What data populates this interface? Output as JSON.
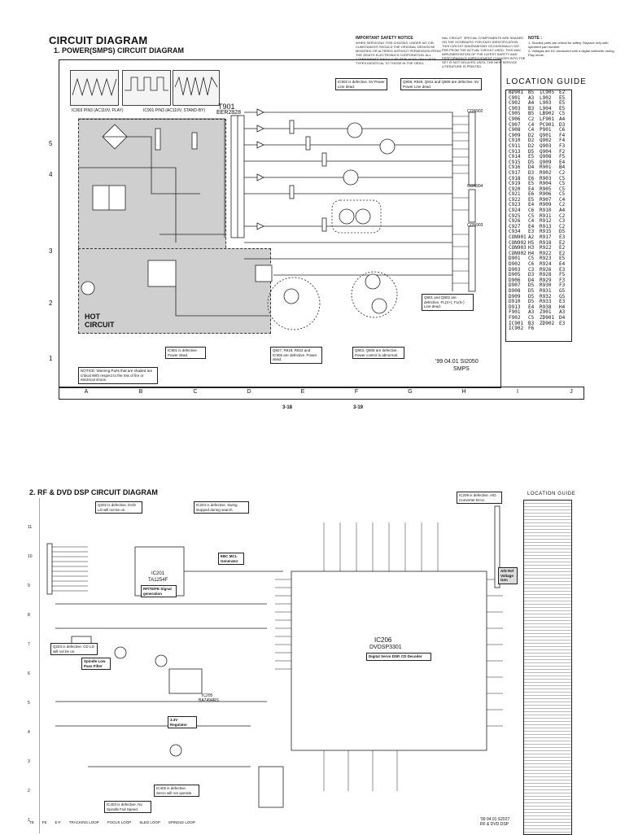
{
  "page": {
    "title": "CIRCUIT DIAGRAM",
    "subtitle_1": "1. POWER(SMPS) CIRCUIT DIAGRAM",
    "subtitle_2": "2. RF & DVD DSP CIRCUIT DIAGRAM"
  },
  "safety_notice": {
    "heading": "IMPORTANT SAFETY NOTICE",
    "col1": "WHEN SERVICING THIS CHASSIS, UNDER NO CIR-CUMSTANCES SHOULD THE ORIGINAL DESIGN BE MODIFIED OR ALTERED WITHOUT PERMISSION FROM THE ZENITH ELECTRONICS CORPORATION. ALL COMPONENTS SHOULD BE REPLACED ONLY WITH TYPES IDENTICAL TO THOSE IN THE ORIGI-",
    "col2": "NAL CIRCUIT. SPECIAL COMPONENTS ARE SHADED ON THE SCHEMATIC FOR EASY IDENTIFICATION. THIS CIRCUIT DIAGRAM MAY OCCASIONALLY DIF-FER FROM THE ACTUAL CIRCUIT USED. THIS WAY, IMPLEMENTATION OF THE LATEST SAFETY AND PERFORMANCE IMPROVEMENT CHANGES INTO THE SET IS NOT DELAYED UNTIL THE NEW SERVICE LITERATURE IS PRINTED.",
    "note_heading": "NOTE :",
    "note_1": "1. Shaded parts are critical for safety. Replace only with specified part number.",
    "note_2": "2. Voltages are DC-measured with a digital voltmeter during Play mode."
  },
  "waveforms": {
    "label_1": "IC903 PIN3 (AC110V, PLAY)",
    "label_2": "IC901 PIN3 (AC110V, STAND-BY)"
  },
  "smps": {
    "transformer": "T901",
    "transformer_part": "EER2828",
    "hot_circuit_line1": "HOT",
    "hot_circuit_line2": "CIRCUIT",
    "stamp_date": "'99  04.01  SI2050",
    "stamp_name": "SMPS",
    "connectors": [
      "CON902",
      "CON904",
      "CON903"
    ],
    "callouts": {
      "ic902": "IC902 is defective. 5V Power Line dead.",
      "q908": "Q908, R929, Q911 and Q909 are defective. 5V Power Line dead.",
      "ic901": "IC901 is defective. Power dead.",
      "q927": "Q927, R918, R922 and IC905 are defective. Power dead.",
      "q903": "Q903, Q906 are defective. Power control is abnormal.",
      "q901": "Q901 and Q902 are defective. FL(S+), FL(S-) Line dead.",
      "warning": "NOTICE: Warning Parts that are shaded are critical With respect to the risk of fire or electrical shock."
    },
    "row_labels": [
      "5",
      "4",
      "3",
      "2",
      "1"
    ],
    "col_labels": [
      "A",
      "B",
      "C",
      "D",
      "E",
      "F",
      "G",
      "H",
      "I",
      "J"
    ],
    "page_left": "3-18",
    "page_right": "3-19"
  },
  "location_guide_1": {
    "title": "LOCATION GUIDE",
    "rows": [
      [
        "BD901",
        "B5",
        "IC905",
        "E2"
      ],
      [
        "C901",
        "A3",
        "L902",
        "E5"
      ],
      [
        "C902",
        "A4",
        "L903",
        "E5"
      ],
      [
        "C903",
        "B3",
        "L904",
        "E5"
      ],
      [
        "C905",
        "B5",
        "LB902",
        "C5"
      ],
      [
        "C906",
        "C2",
        "LF901",
        "A4"
      ],
      [
        "C907",
        "C4",
        "PC901",
        "D3"
      ],
      [
        "C908",
        "C4",
        "P901",
        "C6"
      ],
      [
        "C909",
        "D2",
        "Q901",
        "F4"
      ],
      [
        "C910",
        "D2",
        "Q902",
        "F4"
      ],
      [
        "C911",
        "D2",
        "Q903",
        "F3"
      ],
      [
        "C913",
        "D5",
        "Q904",
        "F2"
      ],
      [
        "C914",
        "E5",
        "Q908",
        "F5"
      ],
      [
        "C915",
        "D5",
        "Q909",
        "E4"
      ],
      [
        "C916",
        "D4",
        "R901",
        "B4"
      ],
      [
        "C917",
        "D3",
        "R902",
        "C2"
      ],
      [
        "C918",
        "E6",
        "R903",
        "C5"
      ],
      [
        "C919",
        "E5",
        "R904",
        "C5"
      ],
      [
        "C920",
        "E4",
        "R905",
        "C5"
      ],
      [
        "C921",
        "E6",
        "R906",
        "C5"
      ],
      [
        "C922",
        "E5",
        "R907",
        "C4"
      ],
      [
        "C923",
        "E4",
        "R909",
        "C2"
      ],
      [
        "C924",
        "C6",
        "R910",
        "A4"
      ],
      [
        "C925",
        "C5",
        "R911",
        "C2"
      ],
      [
        "C926",
        "C4",
        "R912",
        "C3"
      ],
      [
        "C927",
        "E4",
        "R913",
        "C2"
      ],
      [
        "C934",
        "E3",
        "R915",
        "D5"
      ],
      [
        "CON901",
        "A2",
        "R917",
        "E3"
      ],
      [
        "CON902",
        "H5",
        "R918",
        "E2"
      ],
      [
        "CON903",
        "H3",
        "R922",
        "E2"
      ],
      [
        "CON902",
        "H4",
        "R922",
        "E2"
      ],
      [
        "D901",
        "C5",
        "R923",
        "E5"
      ],
      [
        "D902",
        "C6",
        "R924",
        "E4"
      ],
      [
        "D903",
        "C3",
        "R926",
        "E3"
      ],
      [
        "D905",
        "D3",
        "R928",
        "F5"
      ],
      [
        "D906",
        "D4",
        "R929",
        "F3"
      ],
      [
        "D907",
        "D5",
        "R930",
        "F3"
      ],
      [
        "D908",
        "D5",
        "R931",
        "G5"
      ],
      [
        "D909",
        "D5",
        "R932",
        "G5"
      ],
      [
        "D910",
        "D5",
        "R933",
        "E3"
      ],
      [
        "D913",
        "E4",
        "R938",
        "H4"
      ],
      [
        "F901",
        "A3",
        "Z901",
        "A3"
      ],
      [
        "F902",
        "C5",
        "ZD901",
        "D4"
      ],
      [
        "IC901",
        "B3",
        "ZD902",
        "E3"
      ],
      [
        "IC902",
        "F6",
        "",
        ""
      ]
    ]
  },
  "rfdsp": {
    "ic201": "IC201",
    "ic201_part": "TA1254F",
    "ic206": "IC206",
    "ic206_part": "DVDSP3301",
    "ic206_func": "Digital Servo DSP, CD Decoder",
    "block_rf": "RF/TE/FE Signal generation",
    "block_ebc": "EBC MCL Generator",
    "block_spindle": "Spindle Low Pass Filter",
    "block_reg": "3.3V Regulator",
    "block_ad": "A/D Ref Voltage Gen",
    "ic_small": "IC205",
    "ic_small_part": "BA7494RS",
    "callouts": {
      "q202": "Q202 is defective. DVD LD will not be on.",
      "ic204": "IC204 is defective. Swing stopped during search.",
      "ic209": "IC209 is defective. A/D Converter Error.",
      "q203": "Q203 is defective. CD LD will not be on.",
      "ic403": "IC403 is defective. No Spindle Full Speed.",
      "ic402": "IC402 is defective. Servo will not operate."
    },
    "legend": [
      "TE",
      "FE",
      "E-F",
      "TRACKING LOOP",
      "FOCUS LOOP",
      "SLED LOOP",
      "SPINDLE LOOP"
    ],
    "row_labels": [
      "11",
      "10",
      "9",
      "8",
      "7",
      "6",
      "5",
      "4",
      "3",
      "2",
      "1"
    ],
    "stamp_date": "'99  04.01  S2027",
    "stamp_name": "RF & DVD DSP"
  },
  "location_guide_2": {
    "title": "LOCATION GUIDE"
  }
}
